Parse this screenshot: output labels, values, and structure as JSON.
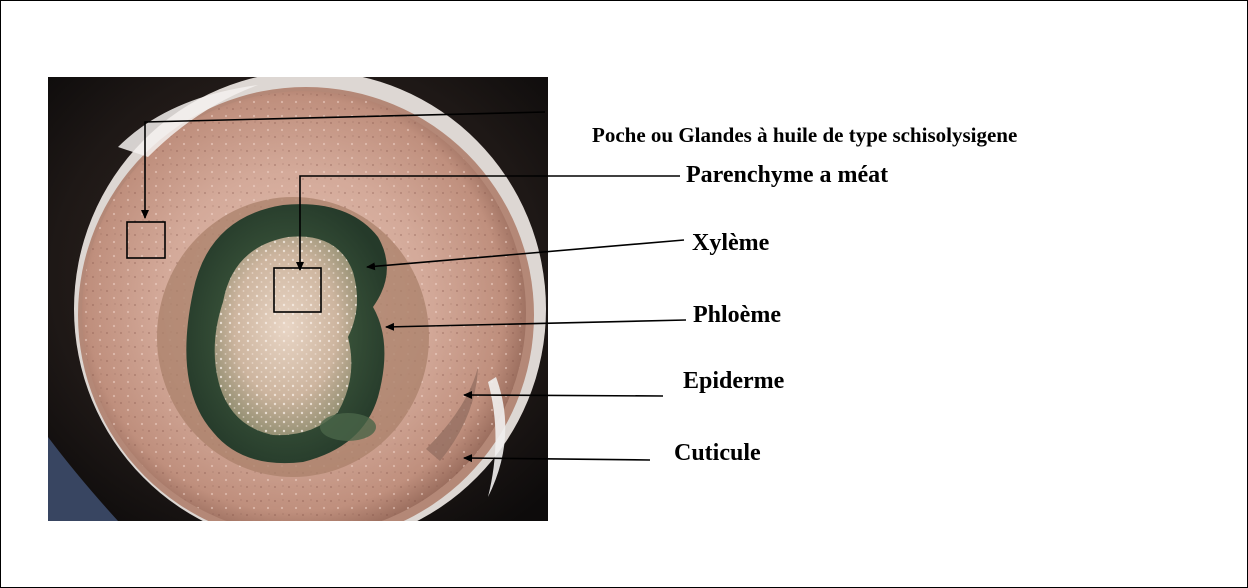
{
  "figure": {
    "labels": {
      "poche": "Poche ou Glandes à huile de type  schisolysigene",
      "parenchyme": "Parenchyme a méat",
      "xyleme": "Xylème",
      "phloeme": "Phloème",
      "epiderme": "Epiderme",
      "cuticule": "Cuticule"
    }
  }
}
